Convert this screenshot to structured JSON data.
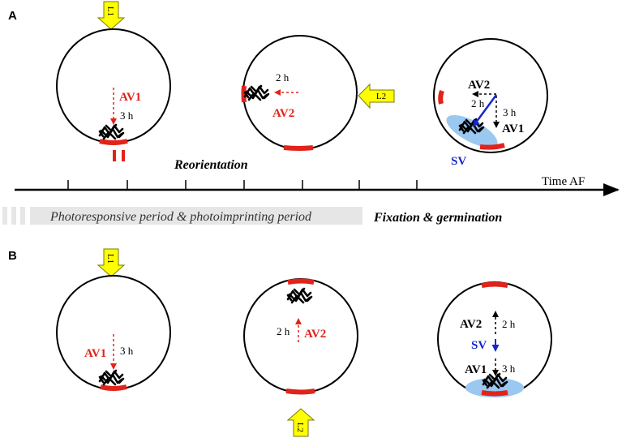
{
  "colors": {
    "red": "#e2231a",
    "blue": "#1428c8",
    "yellow": "#ffff00",
    "light_blue": "#9ac8f0",
    "grey_band": "#e6e6e6",
    "black": "#000000"
  },
  "panel_a": {
    "label": "A",
    "light_1": "L1",
    "light_2": "L2",
    "stage1": {
      "axis": "AV1",
      "duration": "3 h"
    },
    "stage2": {
      "axis": "AV2",
      "duration": "2 h"
    },
    "stage3": {
      "axis2": "AV2",
      "duration2": "2 h",
      "duration1": "3 h",
      "axis1": "AV1",
      "sum_vector": "SV"
    },
    "reorientation": "Reorientation",
    "timeline_label": "Time AF",
    "band_label": "Photoresponsive period & photoimprinting period",
    "fixation_label": "Fixation & germination"
  },
  "panel_b": {
    "label": "B",
    "light_1": "L1",
    "light_2": "L2",
    "stage1": {
      "axis": "AV1",
      "duration": "3 h"
    },
    "stage2": {
      "axis": "AV2",
      "duration": "2 h"
    },
    "stage3": {
      "axis2": "AV2",
      "duration2": "2 h",
      "sum_vector": "SV",
      "axis1": "AV1",
      "duration1": "3 h"
    }
  }
}
